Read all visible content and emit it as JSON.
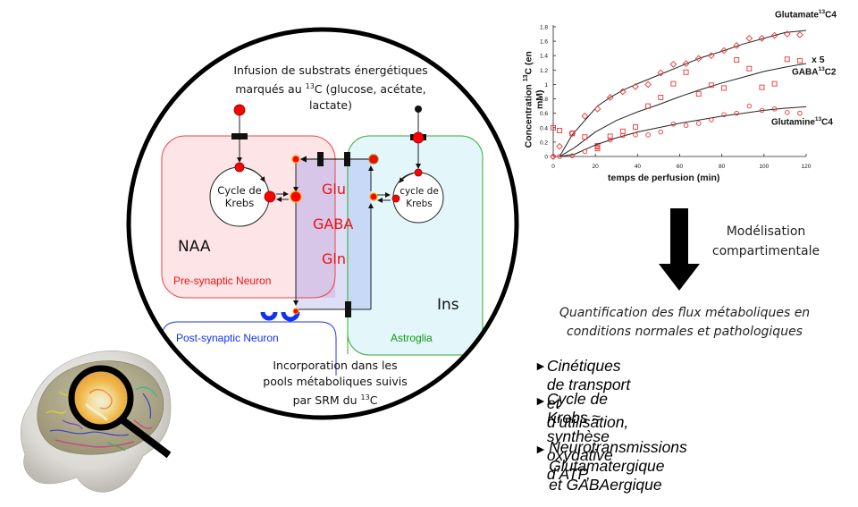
{
  "diagram": {
    "infusion_text": [
      "Infusion de substrats énergétiques",
      "marqués au ",
      "13",
      "C (glucose, acétate,",
      "lactate)"
    ],
    "incorporation_text": [
      "Incorporation  dans les",
      "pools métaboliques  suivis",
      "par SRM du ",
      "13",
      "C"
    ],
    "krebs_left": [
      "Cycle de",
      "Krebs"
    ],
    "krebs_right": [
      "cycle de",
      "Krebs"
    ],
    "metabolites": [
      "Glu",
      "GABA",
      "Gln"
    ],
    "naa_label": "NAA",
    "ins_label": "Ins",
    "presynaptic_label": "Pre-synaptic Neuron",
    "postsynaptic_label": "Post-synaptic Neuron",
    "astroglia_label": "Astroglia",
    "colors": {
      "presynaptic_fill": "#fde4e6",
      "presynaptic_stroke": "#ee4444",
      "astroglia_fill": "#e3f7fb",
      "astroglia_stroke": "#33aa33",
      "postsynaptic_stroke": "#2233ee",
      "metabolite_text": "#ee1111",
      "pool_node": "#ff0000",
      "pool_node_ring": "#ffaa00"
    }
  },
  "chart_data": {
    "type": "scatter",
    "title": "",
    "xlabel": "temps de perfusion (min)",
    "ylabel": "Concentration 13C (en mM)",
    "xlim": [
      0,
      120
    ],
    "ylim": [
      0,
      1.8
    ],
    "xticks": [
      0,
      20,
      40,
      60,
      80,
      100,
      120
    ],
    "yticks": [
      0,
      0.2,
      0.4,
      0.6,
      0.8,
      1,
      1.2,
      1.4,
      1.6,
      1.8
    ],
    "ytick_labels": [
      "0",
      "0.2",
      "0.4",
      "0.6",
      "0.8",
      "1",
      "1.2",
      "1.4",
      "1.6",
      "1.8"
    ],
    "grid": false,
    "series": [
      {
        "name": "Glutamate13C4",
        "label_main": "Glutamate",
        "label_sup": "13",
        "label_tail": "C4",
        "marker": "diamond",
        "color": "#ee3333",
        "points": [
          [
            0,
            0
          ],
          [
            3,
            0.14
          ],
          [
            9,
            0.32
          ],
          [
            15,
            0.56
          ],
          [
            21,
            0.66
          ],
          [
            27,
            0.82
          ],
          [
            33,
            0.9
          ],
          [
            39,
            0.97
          ],
          [
            45,
            1.0
          ],
          [
            51,
            1.16
          ],
          [
            57,
            1.28
          ],
          [
            63,
            1.29
          ],
          [
            69,
            1.36
          ],
          [
            75,
            1.4
          ],
          [
            81,
            1.47
          ],
          [
            87,
            1.54
          ],
          [
            93,
            1.64
          ],
          [
            99,
            1.64
          ],
          [
            105,
            1.68
          ],
          [
            111,
            1.7
          ],
          [
            117,
            1.69
          ]
        ],
        "fit": [
          [
            3,
            0
          ],
          [
            9,
            0.3
          ],
          [
            15,
            0.5
          ],
          [
            21,
            0.7
          ],
          [
            27,
            0.82
          ],
          [
            33,
            0.92
          ],
          [
            40,
            1.01
          ],
          [
            50,
            1.13
          ],
          [
            60,
            1.25
          ],
          [
            70,
            1.37
          ],
          [
            80,
            1.46
          ],
          [
            90,
            1.56
          ],
          [
            100,
            1.64
          ],
          [
            110,
            1.72
          ],
          [
            120,
            1.75
          ]
        ]
      },
      {
        "name": "GABA13C2",
        "label_prefix": "x 5",
        "label_main": "GABA",
        "label_sup": "13",
        "label_tail": "C2",
        "marker": "square",
        "color": "#ee3333",
        "points": [
          [
            0,
            0.4
          ],
          [
            3,
            0.36
          ],
          [
            9,
            0.32
          ],
          [
            15,
            0.27
          ],
          [
            21,
            0.15
          ],
          [
            21,
            0.11
          ],
          [
            27,
            0.28
          ],
          [
            33,
            0.35
          ],
          [
            39,
            0.41
          ],
          [
            45,
            0.7
          ],
          [
            51,
            0.82
          ],
          [
            57,
            1.01
          ],
          [
            63,
            1.17
          ],
          [
            69,
            0.87
          ],
          [
            75,
            0.99
          ],
          [
            81,
            0.95
          ],
          [
            87,
            1.34
          ],
          [
            93,
            1.22
          ],
          [
            99,
            0.96
          ],
          [
            105,
            1.01
          ],
          [
            111,
            1.35
          ],
          [
            117,
            1.33
          ]
        ],
        "fit": [
          [
            3,
            0
          ],
          [
            10,
            0.12
          ],
          [
            20,
            0.34
          ],
          [
            30,
            0.5
          ],
          [
            40,
            0.62
          ],
          [
            50,
            0.72
          ],
          [
            60,
            0.83
          ],
          [
            70,
            0.93
          ],
          [
            80,
            1.02
          ],
          [
            90,
            1.1
          ],
          [
            100,
            1.18
          ],
          [
            110,
            1.24
          ],
          [
            120,
            1.29
          ]
        ]
      },
      {
        "name": "Glutamine13C4",
        "label_main": "Glutamine",
        "label_sup": "13",
        "label_tail": "C4",
        "marker": "circle",
        "color": "#ee3333",
        "points": [
          [
            0,
            0
          ],
          [
            3,
            0
          ],
          [
            9,
            0.01
          ],
          [
            15,
            0.07
          ],
          [
            21,
            0.13
          ],
          [
            27,
            0.23
          ],
          [
            33,
            0.29
          ],
          [
            39,
            0.3
          ],
          [
            45,
            0.3
          ],
          [
            51,
            0.34
          ],
          [
            57,
            0.45
          ],
          [
            63,
            0.43
          ],
          [
            69,
            0.46
          ],
          [
            75,
            0.51
          ],
          [
            81,
            0.58
          ],
          [
            87,
            0.6
          ],
          [
            93,
            0.7
          ],
          [
            99,
            0.64
          ],
          [
            105,
            0.66
          ],
          [
            111,
            0.61
          ],
          [
            117,
            0.6
          ]
        ],
        "fit": [
          [
            3,
            0
          ],
          [
            10,
            0.03
          ],
          [
            20,
            0.16
          ],
          [
            30,
            0.26
          ],
          [
            40,
            0.34
          ],
          [
            50,
            0.4
          ],
          [
            60,
            0.46
          ],
          [
            70,
            0.51
          ],
          [
            80,
            0.56
          ],
          [
            90,
            0.6
          ],
          [
            100,
            0.64
          ],
          [
            110,
            0.67
          ],
          [
            120,
            0.69
          ]
        ]
      }
    ]
  },
  "arrow_label": [
    "Modélisation",
    "compartimentale"
  ],
  "quantification": [
    "Quantification des flux métaboliques en",
    "conditions normales et pathologiques"
  ],
  "bullets": [
    {
      "marker": "►",
      "lines": [
        "Cinétiques de transport et d’utilisation,"
      ]
    },
    {
      "marker": "►",
      "lines": [
        "Cycle de Krebs ≈ synthèse oxydative",
        "d’ATP,"
      ]
    },
    {
      "marker": "►",
      "lines": [
        "Neurotransmissions Glutamatergique",
        "et GABAergique"
      ]
    }
  ]
}
